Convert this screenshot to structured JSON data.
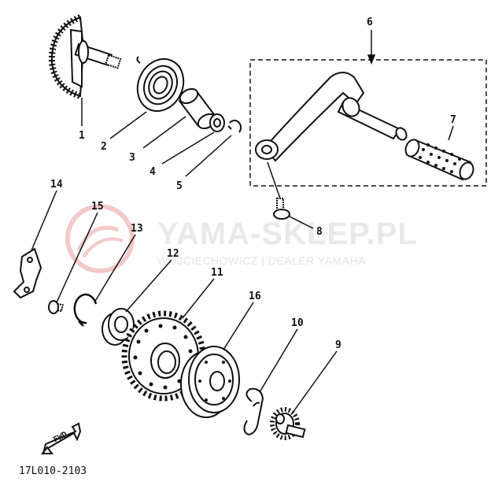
{
  "watermark": {
    "brand": "YAMA-SKLEP.PL",
    "subtitle": "WOJCIECHOWICZ | DEALER YAMAHA"
  },
  "diagram_code": "17L010-2103",
  "forward_arrow_label": "FWD",
  "parts": [
    {
      "ref": "1"
    },
    {
      "ref": "2"
    },
    {
      "ref": "3"
    },
    {
      "ref": "4"
    },
    {
      "ref": "5"
    },
    {
      "ref": "6"
    },
    {
      "ref": "7"
    },
    {
      "ref": "8"
    },
    {
      "ref": "9"
    },
    {
      "ref": "10"
    },
    {
      "ref": "11"
    },
    {
      "ref": "12"
    },
    {
      "ref": "13"
    },
    {
      "ref": "14"
    },
    {
      "ref": "15"
    },
    {
      "ref": "16"
    }
  ],
  "colors": {
    "ink": "#111111",
    "watermark_text": "#e9e9e9",
    "watermark_logo": "#f3c9c9"
  }
}
